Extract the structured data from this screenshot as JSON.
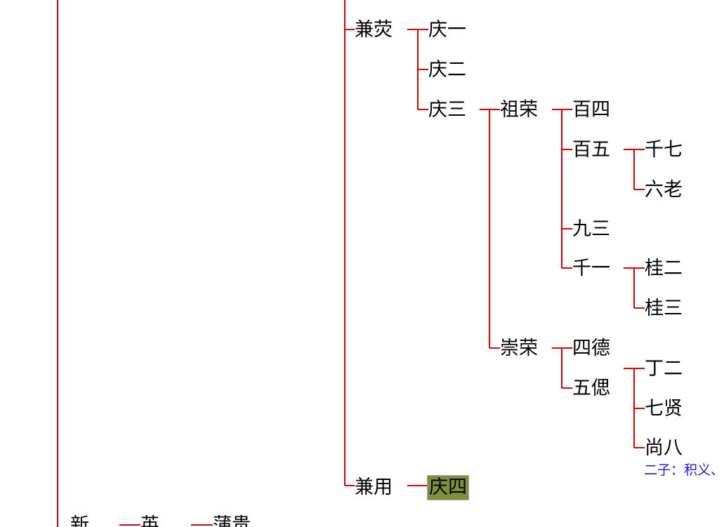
{
  "colors": {
    "line": "#e00000",
    "text": "#000000",
    "note": "#1a1adb",
    "highlight": "#7f8f3c"
  },
  "nodes": {
    "jianying": "兼荧",
    "qing1": "庆一",
    "qing2": "庆二",
    "qing3": "庆三",
    "zurong": "祖荣",
    "bai4": "百四",
    "bai5": "百五",
    "qian7": "千七",
    "liulao": "六老",
    "jiu3": "九三",
    "qian1": "千一",
    "gui2": "桂二",
    "gui3": "桂三",
    "chongrong": "崇荣",
    "si_de": "四德",
    "wu_si": "五偲",
    "ding2": "丁二",
    "qixian": "七贤",
    "shang8": "尚八",
    "jianyong": "兼用",
    "qing4": "庆四",
    "xin": "新",
    "ying": "英",
    "pugui": "蒲贵"
  },
  "note": {
    "shang8_children": "二子：积义、"
  }
}
